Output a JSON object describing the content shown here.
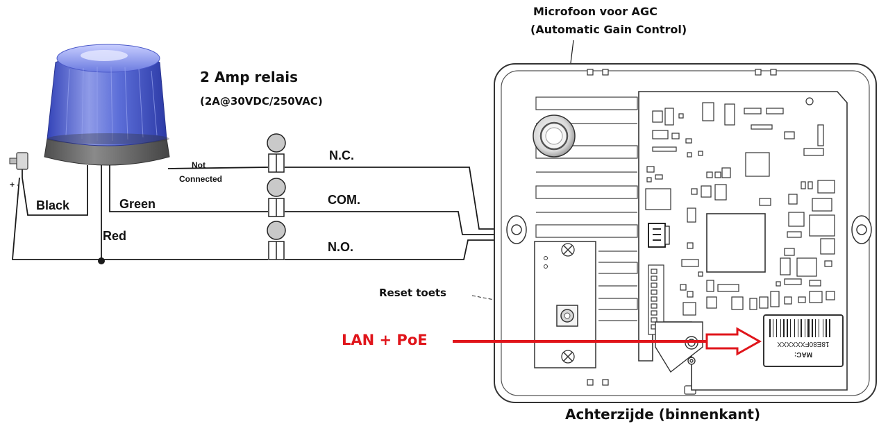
{
  "labels": {
    "mic_line1": "Microfoon voor AGC",
    "mic_line2": "(Automatic Gain Control)",
    "relay_title": "2 Amp relais",
    "relay_rating": "(2A@30VDC/250VAC)",
    "not_connected_1": "Not",
    "not_connected_2": "Connected",
    "nc": "N.C.",
    "com": "COM.",
    "no": "N.O.",
    "black": "Black",
    "green": "Green",
    "red": "Red",
    "reset": "Reset toets",
    "lan": "LAN + PoE",
    "rear": "Achterzijde (binnenkant)",
    "psu_polarity": "+ -"
  },
  "mac_label": {
    "line1": "MAC:",
    "line2": "18E80FXXXXXX"
  },
  "colors": {
    "lan_arrow": "#e0151b",
    "beacon_blue": "#4b5fd0",
    "beacon_base": "#6b6b6b",
    "wire": "#1a1a1a"
  }
}
